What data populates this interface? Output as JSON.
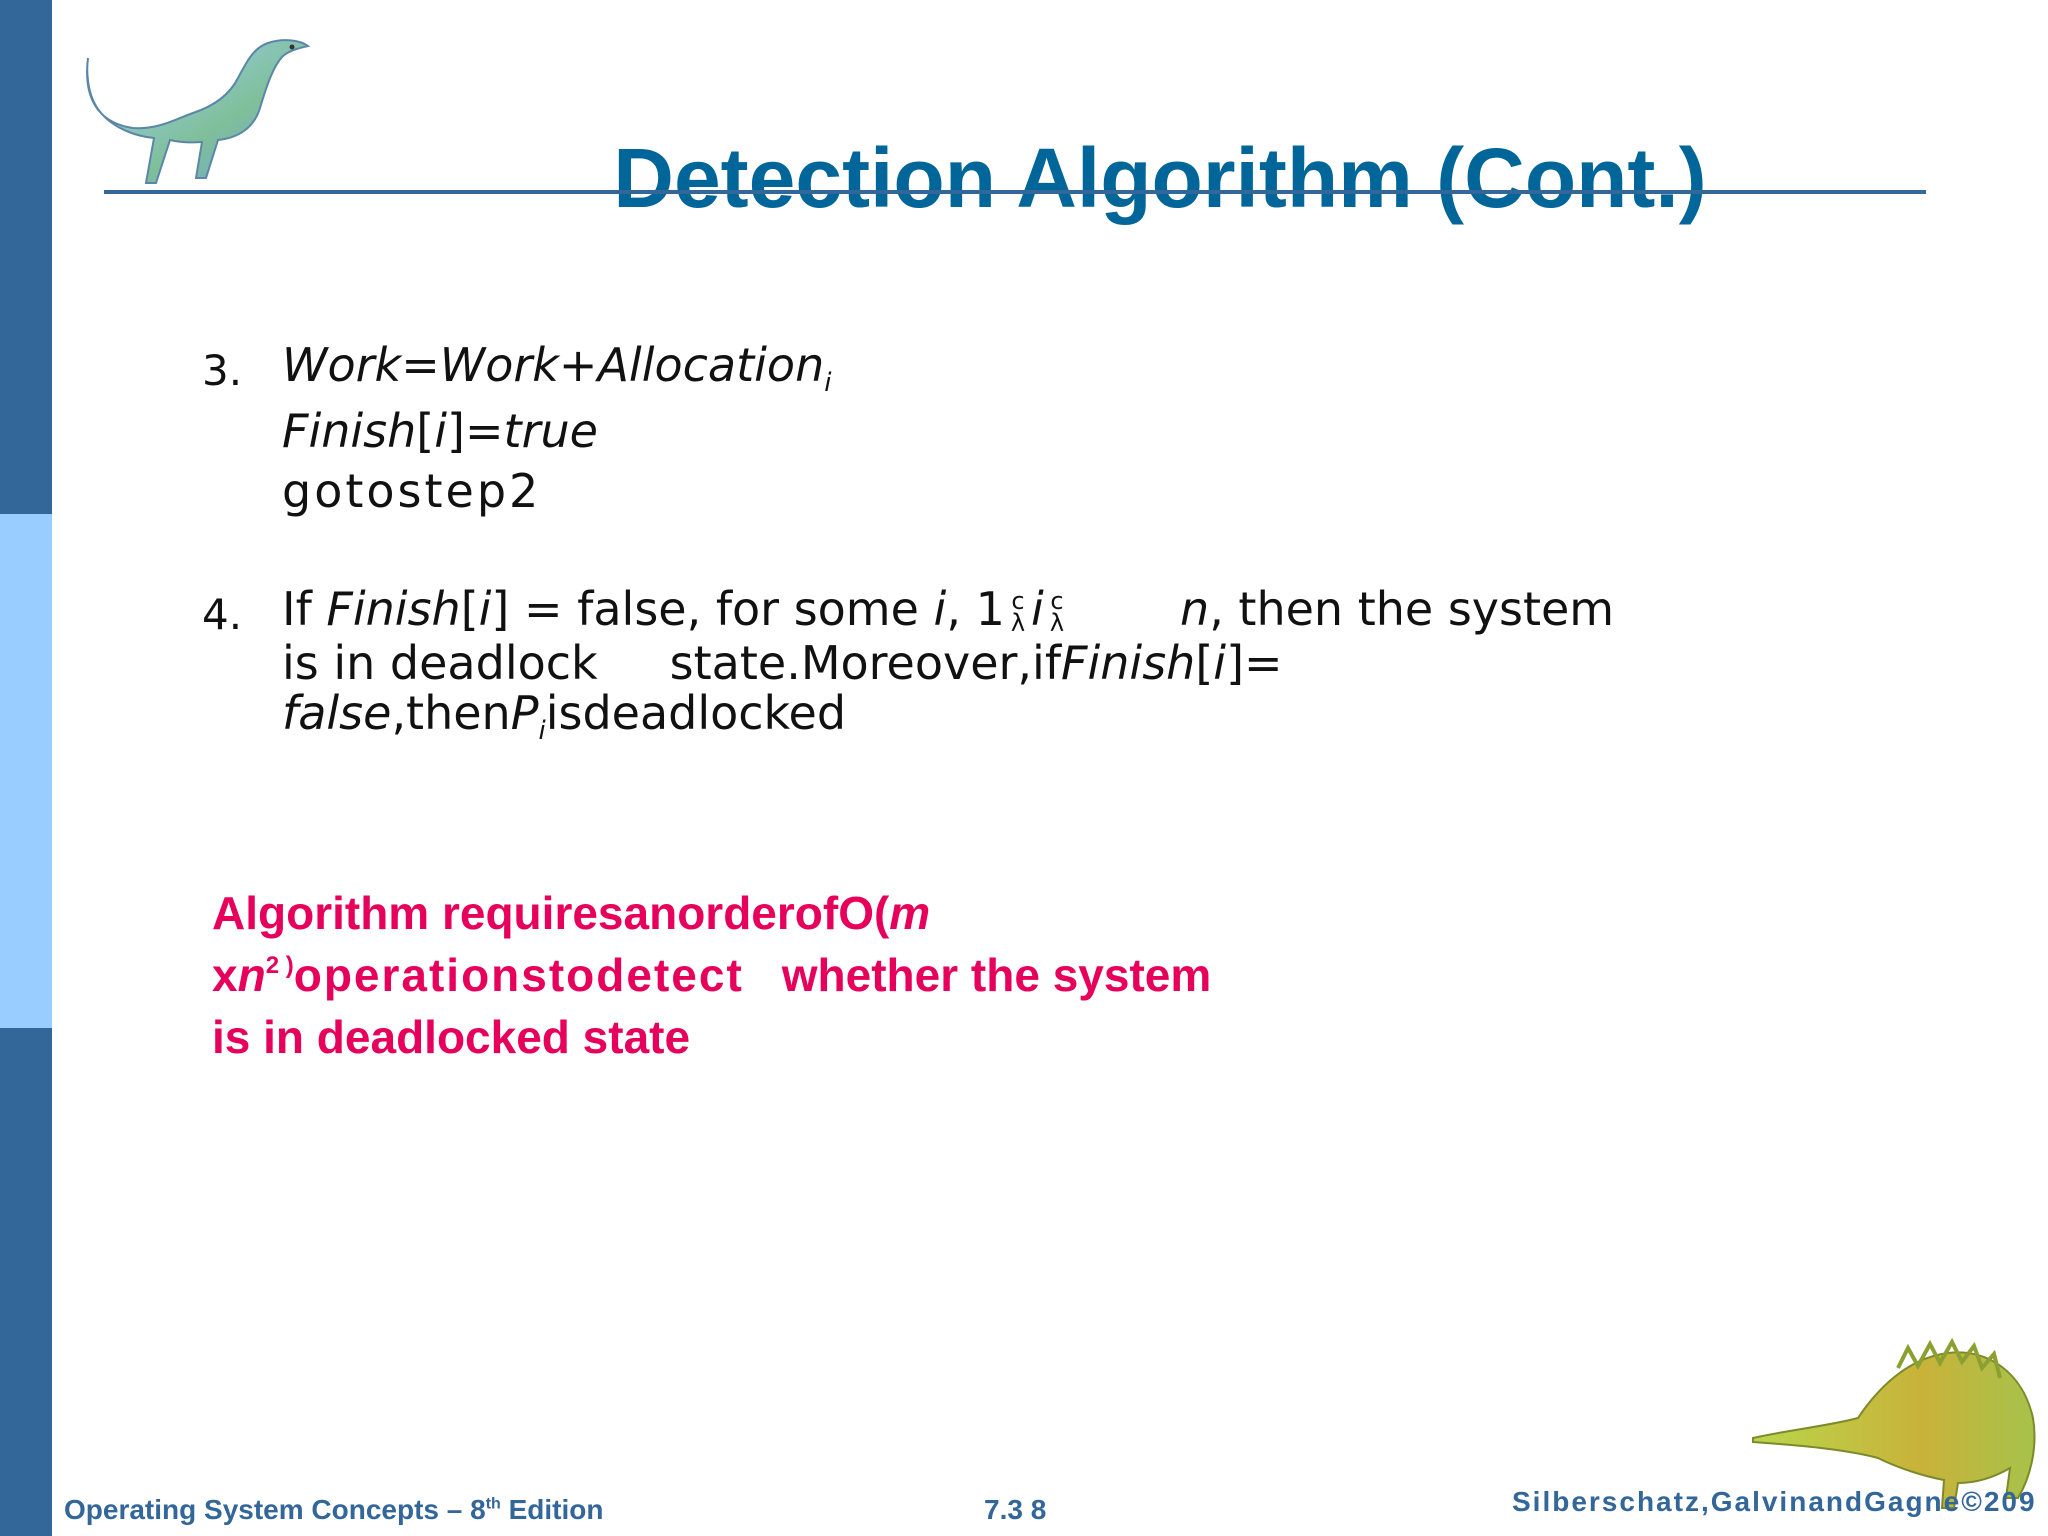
{
  "slide": {
    "title": "Detection Algorithm (Cont.)"
  },
  "steps": {
    "step3": {
      "number": "3.",
      "line1_work": "Work",
      "line1_eq": "=",
      "line1_work2": "Work",
      "line1_plus": "+",
      "line1_alloc": "Allocation",
      "line1_sub": "i",
      "line2_finish": "Finish",
      "line2_bracket_open": "[",
      "line2_i": "i",
      "line2_bracket_close": "]=",
      "line2_true": "true",
      "line3": "gotostep2"
    },
    "step4": {
      "number": "4.",
      "if": "If ",
      "finish": "Finish",
      "br_open": "[",
      "i": "i",
      "br_close": "] = ",
      "false_part": "false, for some ",
      "i2": "i",
      "comma_one": ", 1",
      "sym_top": "c",
      "sym_bottom": "λ",
      "i3": "i",
      "n": "n",
      "then_part": ", then the system",
      "line2_a": "is in deadlock",
      "line2_b": "state.Moreover,if",
      "line2_finish": "Finish",
      "line2_br": "[",
      "line2_i": "i",
      "line2_close": "]=",
      "line3_false": "false",
      "line3_then": ",then",
      "line3_p": "P",
      "line3_sub": "i",
      "line3_rest": "isdeadlocked"
    }
  },
  "note": {
    "line1_a": "Algorithm requiresanorderofO(",
    "line1_m": "m",
    "line2_x": "x",
    "line2_n": "n",
    "line2_sup": "2 )",
    "line2_a": "operationstodetect",
    "line2_b": "whether the system",
    "line3": "is in deadlocked state"
  },
  "footer": {
    "left_a": "Operating System  Concepts – 8",
    "left_sup": "th",
    "left_b": " Edition",
    "center": "7.3  8",
    "right": "Silberschatz,GalvinandGagne©209"
  },
  "colors": {
    "title": "#006699",
    "rule": "#336699",
    "note": "#e6005c",
    "sidebar_dark": "#336699",
    "sidebar_light": "#99ccff"
  }
}
